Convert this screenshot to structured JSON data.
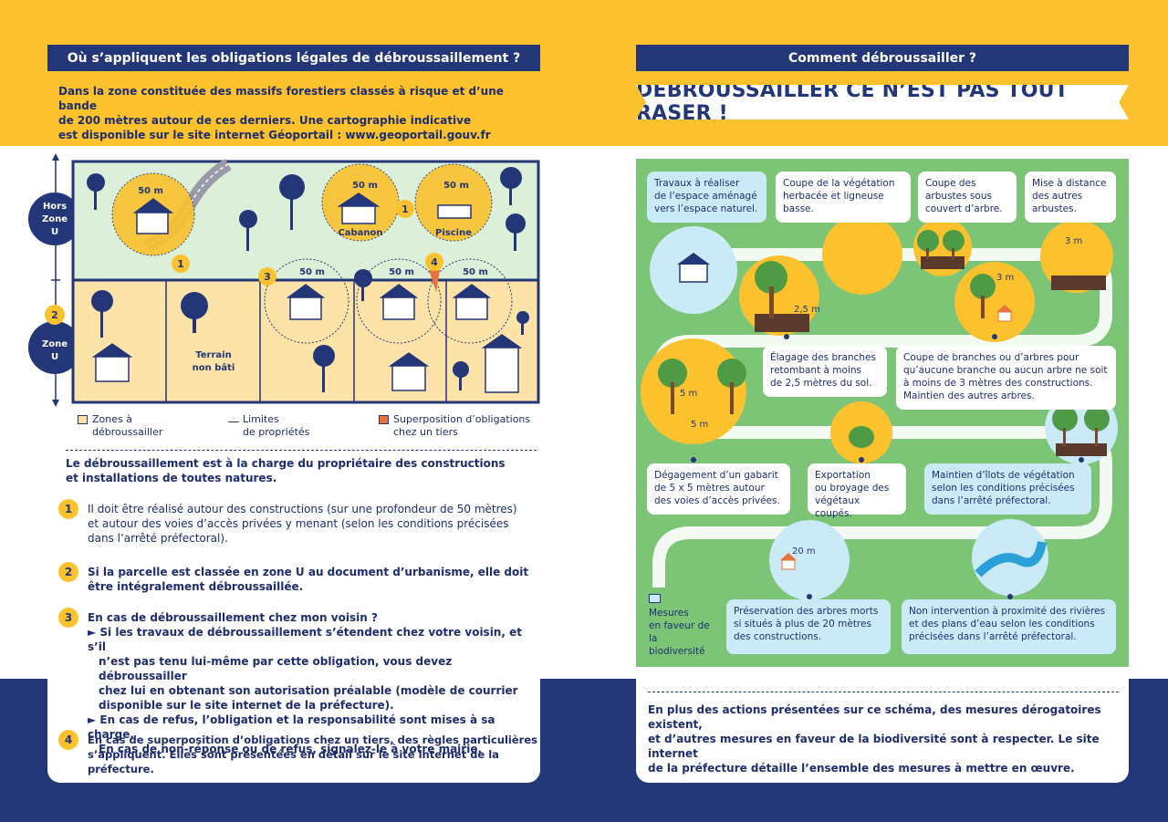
{
  "left": {
    "heading": "Où s’appliquent les obligations légales de débroussaillement ?",
    "intro_lines": [
      "Dans la zone constituée des massifs forestiers classés à risque et d’une bande",
      "de 200 mètres autour de ces derniers. Une cartographie indicative",
      "est disponible sur le site internet Géoportail : www.geoportail.gouv.fr"
    ],
    "map": {
      "hors_zone": [
        "Hors",
        "Zone",
        "U"
      ],
      "zone_u": [
        "Zone",
        "U"
      ],
      "zone_u_number": "2",
      "distance_50": "50 m",
      "cabanon": "Cabanon",
      "piscine": "Piscine",
      "terrain": [
        "Terrain",
        "non bâti"
      ],
      "markers": [
        "1",
        "1",
        "3",
        "4"
      ]
    },
    "legend": {
      "zones": [
        "Zones à",
        "débroussailler"
      ],
      "limites": [
        "Limites",
        "de propriétés"
      ],
      "superposition": [
        "Superposition d’obligations",
        "chez un tiers"
      ]
    },
    "charge_lines": [
      "Le débroussaillement est à la charge du propriétaire des constructions",
      "et installations de toutes natures."
    ],
    "items": [
      {
        "num": "1",
        "lines": [
          "Il doit être réalisé autour des constructions (sur une profondeur de 50 mètres)",
          "et autour des voies d’accès privées y menant (selon les conditions précisées",
          "dans l’arrêté préfectoral)."
        ]
      },
      {
        "num": "2",
        "lines": [
          "Si la parcelle est classée en zone U au document d’urbanisme, elle doit",
          "être intégralement débroussaillée."
        ]
      },
      {
        "num": "3",
        "title": "En cas de débroussaillement chez mon voisin ?",
        "lines": [
          "► Si les travaux de débroussaillement s’étendent chez votre voisin, et s’il",
          "n’est pas tenu lui-même par cette obligation, vous devez débroussailler",
          "chez lui en obtenant son autorisation préalable (modèle de courrier",
          "disponible sur le site internet de la préfecture).",
          "► En cas de refus, l’obligation et la responsabilité sont mises à sa charge.",
          "En cas de non-réponse ou de refus, signalez-le à votre mairie."
        ]
      },
      {
        "num": "4",
        "lines": [
          "En cas de superposition d’obligations chez un tiers, des règles particulières",
          "s’appliquent. Elles sont présentées en détail sur le site internet de la préfecture."
        ]
      }
    ]
  },
  "right": {
    "heading": "Comment débroussailler ?",
    "banner": "DÉBROUSSAILLER CE N’EST PAS TOUT RASER !",
    "boxes": {
      "travaux": [
        "Travaux à réaliser",
        "de l’espace aménagé",
        "vers l’espace naturel."
      ],
      "coupe_vegetation": [
        "Coupe de la végétation",
        "herbacée et ligneuse",
        "basse."
      ],
      "coupe_arbustes": [
        "Coupe des",
        "arbustes sous",
        "couvert d’arbre."
      ],
      "mise_distance": [
        "Mise à distance",
        "des autres",
        "arbustes."
      ],
      "elagage": [
        "Élagage des branches",
        "retombant à moins",
        "de 2,5 mètres du sol."
      ],
      "coupe_branches": [
        "Coupe de branches ou d’arbres pour",
        "qu’aucune branche ou aucun arbre ne soit",
        "à moins de 3 mètres des constructions.",
        "Maintien des autres arbres."
      ],
      "degagement": [
        "Dégagement d’un gabarit",
        "de 5 x 5 mètres autour",
        "des voies d’accès privées."
      ],
      "exportation": [
        "Exportation",
        "ou broyage des",
        "végétaux coupés."
      ],
      "maintien": [
        "Maintien d’îlots de végétation",
        "selon les conditions précisées",
        "dans l’arrêté préfectoral."
      ],
      "mesures": [
        "Mesures",
        "en faveur de",
        "la biodiversité"
      ],
      "preservation": [
        "Préservation des arbres morts",
        "si situés à plus de 20 mètres",
        "des constructions."
      ],
      "non_intervention": [
        "Non intervention à proximité des rivières",
        "et des plans d’eau selon les conditions",
        "précisées dans l’arrêté préfectoral."
      ]
    },
    "dims": {
      "m3a": "3 m",
      "m3b": "3 m",
      "m25": "2,5 m",
      "m5a": "5 m",
      "m5b": "5 m",
      "m20": "20 m"
    },
    "bottom_lines": [
      "En plus des actions présentées sur ce schéma, des mesures dérogatoires existent,",
      "et d’autres mesures en faveur de la biodiversité sont à respecter. Le site internet",
      "de la préfecture détaille l’ensemble des mesures à mettre en œuvre."
    ]
  },
  "colors": {
    "navy": "#233677",
    "yellow": "#fcc22e",
    "green": "#7cc576",
    "light_green": "#dcefd8",
    "sand": "#fde3a7",
    "light_blue": "#cbeaf8",
    "orange": "#e8733a"
  }
}
